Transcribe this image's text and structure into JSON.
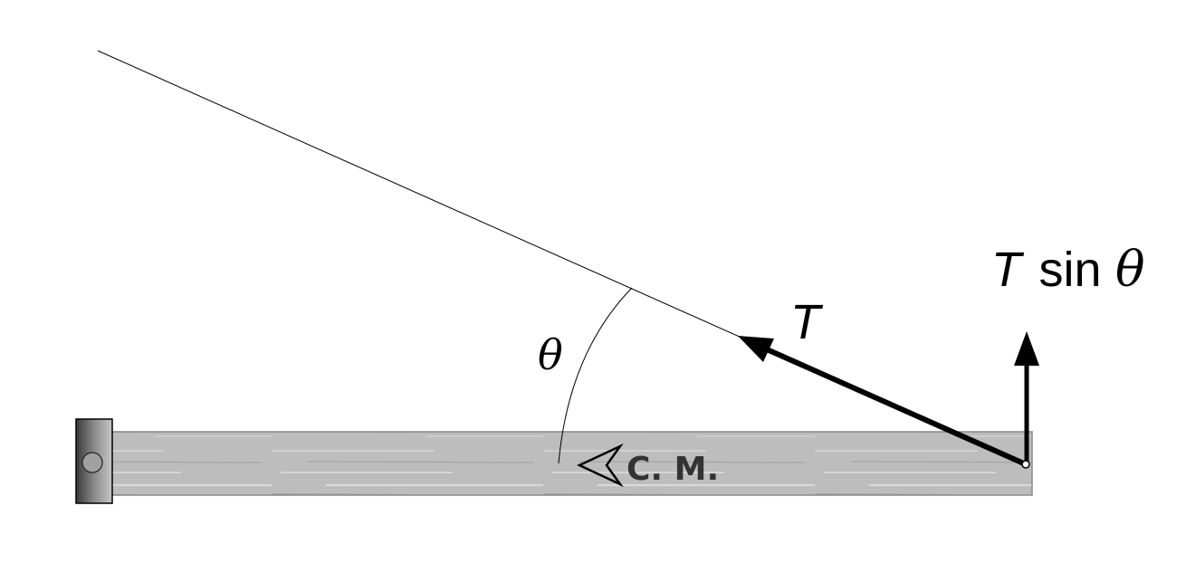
{
  "labels": {
    "angle": "θ",
    "tension": "T",
    "vertical_T": "T",
    "vertical_sin": "sin",
    "vertical_theta": "θ",
    "center_of_mass": "C. M."
  },
  "colors": {
    "beam": "#bdbdbd",
    "bracket": "#6e6e6e",
    "cm_text": "#333333",
    "arrow": "#000000"
  }
}
